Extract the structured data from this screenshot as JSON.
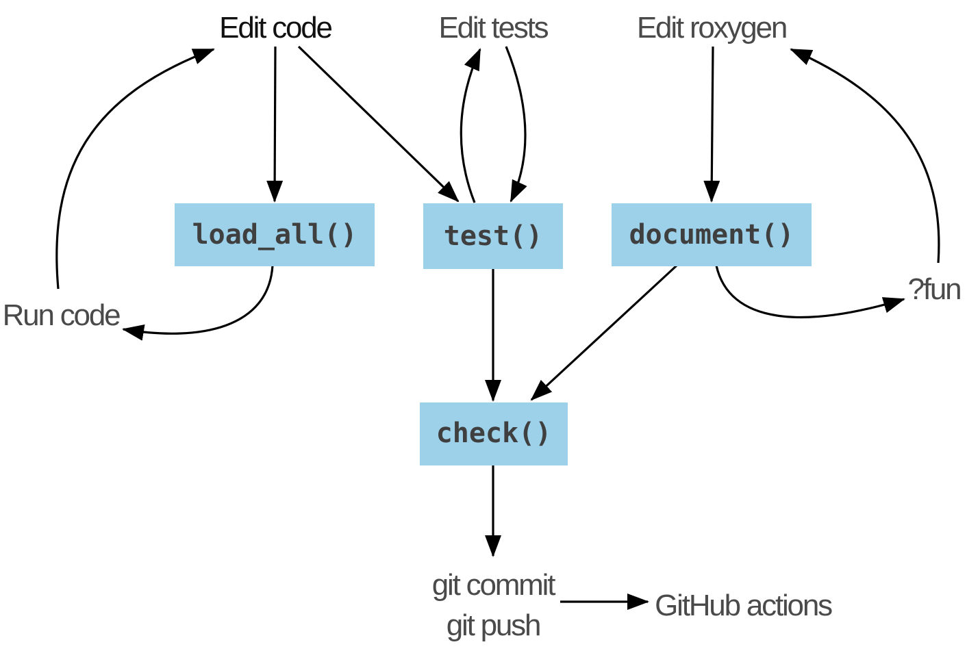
{
  "nodes": {
    "edit_code": "Edit code",
    "edit_tests": "Edit tests",
    "edit_roxygen": "Edit roxygen",
    "load_all": "load_all()",
    "test": "test()",
    "document": "document()",
    "check": "check()",
    "run_code": "Run code",
    "help_fun": "?fun",
    "git_commit": "git commit",
    "git_push": "git push",
    "github_actions": "GitHub actions"
  },
  "colors": {
    "box_fill": "#9dd1ea",
    "arrow": "#000000",
    "label_text": "#4a4a4a",
    "emphasis_text": "#111111",
    "code_text": "#3f3f3f"
  },
  "edges": [
    {
      "from": "Edit code",
      "to": "load_all()"
    },
    {
      "from": "Edit code",
      "to": "test()"
    },
    {
      "from": "test()",
      "to": "Edit tests"
    },
    {
      "from": "Edit tests",
      "to": "test()"
    },
    {
      "from": "Edit roxygen",
      "to": "document()"
    },
    {
      "from": "load_all()",
      "to": "Run code"
    },
    {
      "from": "Run code",
      "to": "Edit code"
    },
    {
      "from": "document()",
      "to": "?fun"
    },
    {
      "from": "?fun",
      "to": "Edit roxygen"
    },
    {
      "from": "test()",
      "to": "check()"
    },
    {
      "from": "document()",
      "to": "check()"
    },
    {
      "from": "check()",
      "to": "git commit"
    },
    {
      "from": "git push",
      "to": "GitHub actions"
    }
  ]
}
